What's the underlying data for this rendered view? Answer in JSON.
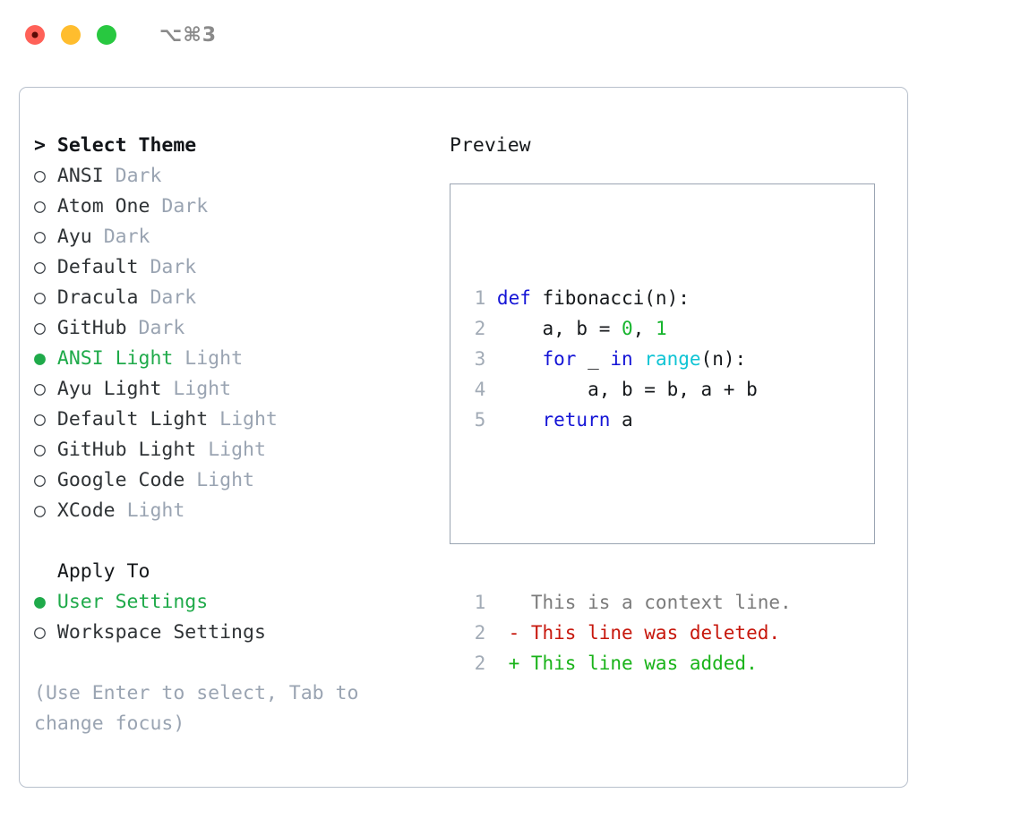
{
  "window": {
    "title": "⌥⌘3",
    "lights": [
      "close-red",
      "minimize-yellow",
      "maximize-green"
    ]
  },
  "theme_picker": {
    "caret": ">",
    "heading": "Select Theme",
    "marker_selected": "●",
    "marker_unselected": "○",
    "items": [
      {
        "name": "ANSI",
        "badge": "Dark",
        "selected": false
      },
      {
        "name": "Atom One",
        "badge": "Dark",
        "selected": false
      },
      {
        "name": "Ayu",
        "badge": "Dark",
        "selected": false
      },
      {
        "name": "Default",
        "badge": "Dark",
        "selected": false
      },
      {
        "name": "Dracula",
        "badge": "Dark",
        "selected": false
      },
      {
        "name": "GitHub",
        "badge": "Dark",
        "selected": false
      },
      {
        "name": "ANSI Light",
        "badge": "Light",
        "selected": true
      },
      {
        "name": "Ayu Light",
        "badge": "Light",
        "selected": false
      },
      {
        "name": "Default Light",
        "badge": "Light",
        "selected": false
      },
      {
        "name": "GitHub Light",
        "badge": "Light",
        "selected": false
      },
      {
        "name": "Google Code",
        "badge": "Light",
        "selected": false
      },
      {
        "name": "XCode",
        "badge": "Light",
        "selected": false
      }
    ]
  },
  "apply_to": {
    "title": "Apply To",
    "options": [
      {
        "label": "User Settings",
        "selected": true
      },
      {
        "label": "Workspace Settings",
        "selected": false
      }
    ]
  },
  "hint": "(Use Enter to select, Tab to change focus)",
  "preview": {
    "label": "Preview",
    "code_lines": [
      {
        "no": "1",
        "tokens": [
          {
            "t": "def",
            "c": "kw"
          },
          {
            "t": " fibonacci(n):",
            "c": "txt"
          }
        ]
      },
      {
        "no": "2",
        "tokens": [
          {
            "t": "    a, b = ",
            "c": "txt"
          },
          {
            "t": "0",
            "c": "num"
          },
          {
            "t": ", ",
            "c": "txt"
          },
          {
            "t": "1",
            "c": "num"
          }
        ]
      },
      {
        "no": "3",
        "tokens": [
          {
            "t": "    ",
            "c": "txt"
          },
          {
            "t": "for",
            "c": "kw"
          },
          {
            "t": " _ ",
            "c": "txt"
          },
          {
            "t": "in",
            "c": "kw"
          },
          {
            "t": " ",
            "c": "txt"
          },
          {
            "t": "range",
            "c": "fn"
          },
          {
            "t": "(n):",
            "c": "txt"
          }
        ]
      },
      {
        "no": "4",
        "tokens": [
          {
            "t": "        a, b = b, a + b",
            "c": "txt"
          }
        ]
      },
      {
        "no": "5",
        "tokens": [
          {
            "t": "    ",
            "c": "txt"
          },
          {
            "t": "return",
            "c": "kw"
          },
          {
            "t": " a",
            "c": "txt"
          }
        ]
      }
    ],
    "diff_lines": [
      {
        "no": "1",
        "sign": "  ",
        "text": "This is a context line.",
        "kind": "ctx"
      },
      {
        "no": "2",
        "sign": "- ",
        "text": "This line was deleted.",
        "kind": "del"
      },
      {
        "no": "2",
        "sign": "+ ",
        "text": "This line was added.",
        "kind": "add"
      }
    ]
  },
  "colors": {
    "accent_green": "#1faa4a",
    "badge_gray": "#9aa4b2",
    "hint_gray": "#9aa4b2",
    "keyword_blue": "#1414d6",
    "function_cyan": "#0fc4d4",
    "number_green": "#17b52e",
    "diff_deleted": "#c7170c",
    "diff_added": "#19b319",
    "diff_context": "#7b7b7b",
    "panel_border": "#b8c0cc",
    "preview_border": "#9aa4b2"
  }
}
